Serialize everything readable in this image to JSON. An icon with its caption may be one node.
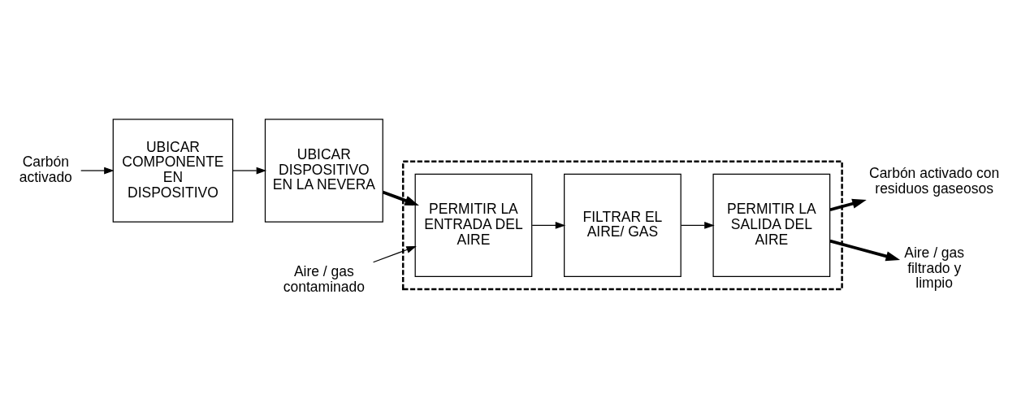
{
  "diagram": {
    "nodes": [
      {
        "text": [
          "Carbón activado"
        ]
      },
      {
        "text": [
          "Aire / gas contaminado"
        ]
      },
      {
        "text": [
          "UBICAR COMPONENTE EN DISPOSITIVO"
        ]
      },
      {
        "text": [
          "UBICAR DISPOSITIVO EN LA NEVERA"
        ]
      },
      {
        "text": [],
        "shape": "box"
      },
      {
        "text": [
          "PERMITIR LA ENTRADA DEL AIRE"
        ],
        "in": 4
      },
      {
        "text": [
          "FILTRAR EL AIRE/ GAS"
        ],
        "in": 4
      },
      {
        "text": [
          "PERMITIR LA SALIDA DEL AIRE"
        ],
        "in": 4
      },
      {
        "text": [
          "Carbón activado con residuos gaseosos"
        ]
      },
      {
        "text": [
          "Aire / gas filtrado y limpio"
        ]
      }
    ],
    "edges": [
      {
        "from": 0,
        "to": 2,
        "arrow": "to"
      },
      {
        "from": 2,
        "to": 3,
        "arrow": "to"
      },
      {
        "from": 3,
        "to": 5,
        "arrow": "to",
        "style": "thick"
      },
      {
        "from": 1,
        "to": 5,
        "arrow": "to"
      },
      {
        "from": 5,
        "to": 6,
        "arrow": "to"
      },
      {
        "from": 6,
        "to": 7,
        "arrow": "to"
      },
      {
        "from": 7,
        "to": 8,
        "arrow": "to",
        "style": "thick"
      },
      {
        "from": 7,
        "to": 9,
        "arrow": "to",
        "style": "thick"
      }
    ]
  }
}
